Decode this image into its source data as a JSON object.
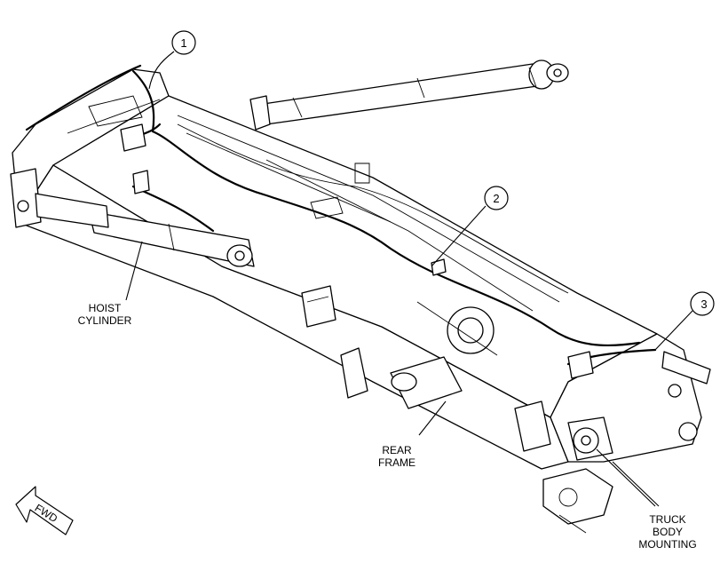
{
  "callouts": [
    {
      "number": "1"
    },
    {
      "number": "2"
    },
    {
      "number": "3"
    }
  ],
  "labels": {
    "hoist_cylinder": [
      "HOIST",
      "CYLINDER"
    ],
    "rear_frame": [
      "REAR",
      "FRAME"
    ],
    "truck_body_mounting": [
      "TRUCK",
      "BODY",
      "MOUNTING"
    ]
  },
  "fwd_arrow": {
    "text": "FWD"
  }
}
